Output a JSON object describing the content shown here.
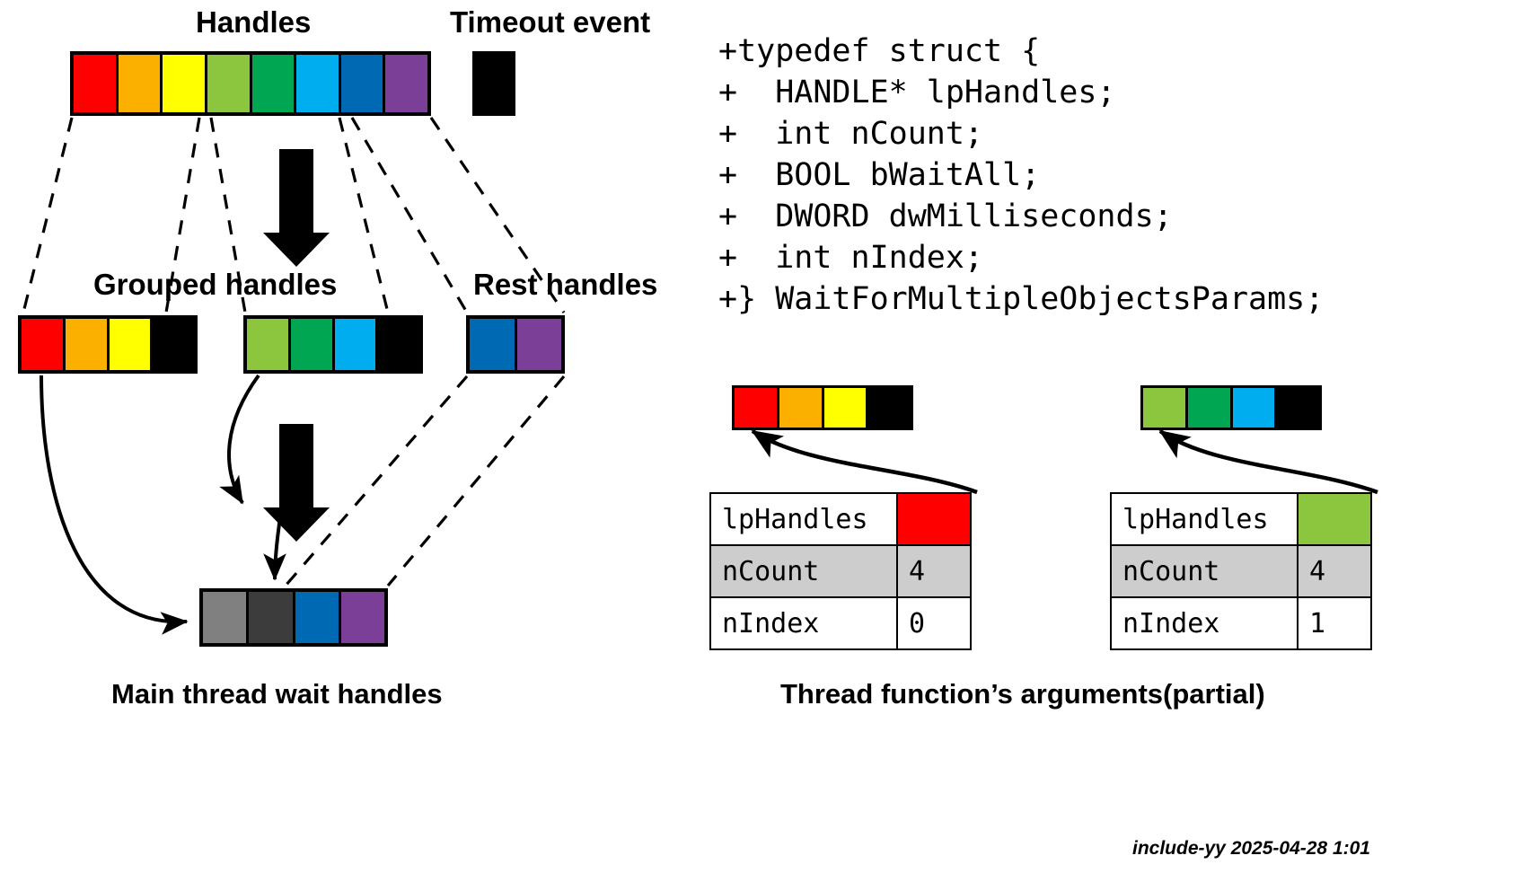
{
  "diagram": {
    "title_handles": "Handles",
    "title_timeout": "Timeout event",
    "label_grouped": "Grouped handles",
    "label_rest": "Rest handles",
    "label_main_wait": "Main thread wait handles",
    "label_thread_args": "Thread function’s arguments(partial)",
    "credit": "include-yy 2025-04-28 1:01"
  },
  "palette": {
    "red": "#ff0000",
    "orange": "#fbb000",
    "yellow": "#ffff00",
    "light_green": "#8cc63f",
    "green": "#00a651",
    "cyan": "#00adee",
    "blue": "#0069b4",
    "purple": "#7b3f98",
    "black": "#000000",
    "gray": "#808080",
    "dark_gray": "#3c3c3c",
    "table_shade": "#cdcdcd"
  },
  "handles_row": {
    "name": "Handles",
    "cells": [
      "red",
      "orange",
      "yellow",
      "light_green",
      "green",
      "cyan",
      "blue",
      "purple"
    ]
  },
  "timeout_event": {
    "name": "Timeout event",
    "cells": [
      "black"
    ]
  },
  "grouped_handles": [
    {
      "name": "group-1",
      "cells": [
        "red",
        "orange",
        "yellow",
        "black"
      ]
    },
    {
      "name": "group-2",
      "cells": [
        "light_green",
        "green",
        "cyan",
        "black"
      ]
    }
  ],
  "rest_handles": {
    "name": "Rest handles",
    "cells": [
      "blue",
      "purple"
    ]
  },
  "main_wait_handles": {
    "name": "Main thread wait handles",
    "cells": [
      "gray",
      "dark_gray",
      "blue",
      "purple"
    ]
  },
  "code": {
    "lines": [
      "+typedef struct {",
      "+  HANDLE* lpHandles;",
      "+  int nCount;",
      "+  BOOL bWaitAll;",
      "+  DWORD dwMilliseconds;",
      "+  int nIndex;",
      "+} WaitForMultipleObjectsParams;"
    ],
    "text": "+typedef struct {\n+  HANDLE* lpHandles;\n+  int nCount;\n+  BOOL bWaitAll;\n+  DWORD dwMilliseconds;\n+  int nIndex;\n+} WaitForMultipleObjectsParams;"
  },
  "thread_args": [
    {
      "name": "thread-arg-0",
      "array_cells": [
        "red",
        "orange",
        "yellow",
        "black"
      ],
      "rows": [
        {
          "key": "lpHandles",
          "value": "",
          "swatch": "red",
          "shaded": false
        },
        {
          "key": "nCount",
          "value": "4",
          "swatch": null,
          "shaded": true
        },
        {
          "key": "nIndex",
          "value": "0",
          "swatch": null,
          "shaded": false
        }
      ]
    },
    {
      "name": "thread-arg-1",
      "array_cells": [
        "light_green",
        "green",
        "cyan",
        "black"
      ],
      "rows": [
        {
          "key": "lpHandles",
          "value": "",
          "swatch": "light_green",
          "shaded": false
        },
        {
          "key": "nCount",
          "value": "4",
          "swatch": null,
          "shaded": true
        },
        {
          "key": "nIndex",
          "value": "1",
          "swatch": null,
          "shaded": false
        }
      ]
    }
  ]
}
